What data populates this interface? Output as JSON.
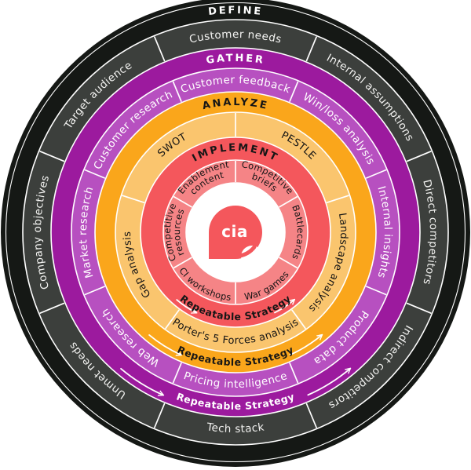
{
  "center": {
    "logo_text": "cia"
  },
  "define": {
    "header": "DEFINE",
    "items": {
      "customer_needs": "Customer needs",
      "internal_assumptions": "Internal assumptions",
      "direct_competitors": "Direct competitors",
      "indirect_competitors": "Indirect competitors",
      "tech_stack": "Tech stack",
      "unmet_needs": "Unmet needs",
      "company_objectives": "Company objectives",
      "target_audience": "Target audience"
    }
  },
  "gather": {
    "header": "GATHER",
    "repeatable": "Repeatable Strategy",
    "items": {
      "customer_feedback": "Customer feedback",
      "win_loss": "Win/loss analysis",
      "internal_insights": "Internal insights",
      "product_data": "Product data",
      "pricing_intelligence": "Pricing intelligence",
      "web_research": "Web research",
      "market_research": "Market research",
      "customer_research": "Customer research"
    }
  },
  "analyze": {
    "header": "ANALYZE",
    "repeatable": "Repeatable Strategy",
    "items": {
      "swot": "SWOT",
      "pestle": "PESTLE",
      "landscape": "Landscape analysis",
      "porters": "Porter's 5 Forces analysis",
      "gap": "Gap analysis"
    }
  },
  "implement": {
    "header": "IMPLEMENT",
    "repeatable": "Repeatable Strategy",
    "items": {
      "enablement": {
        "l1": "Enablement",
        "l2": "content"
      },
      "briefs": {
        "l1": "Competitive",
        "l2": "briefs"
      },
      "battlecards": "Battlecards",
      "war_games": "War games",
      "ci_workshops": "CI workshops",
      "resources": {
        "l1": "Competitive",
        "l2": "resources"
      }
    }
  },
  "colors": {
    "outer_black": "#151815",
    "charcoal": "#3C3F3C",
    "magenta_band": "#9C1A9E",
    "purple": "#B750C0",
    "amber_band": "#FAA61B",
    "orange": "#FAC56E",
    "red_band": "#F4575C",
    "light_red": "#F58486",
    "logo_coral": "#F4575C",
    "separator": "#FFFFFF"
  }
}
